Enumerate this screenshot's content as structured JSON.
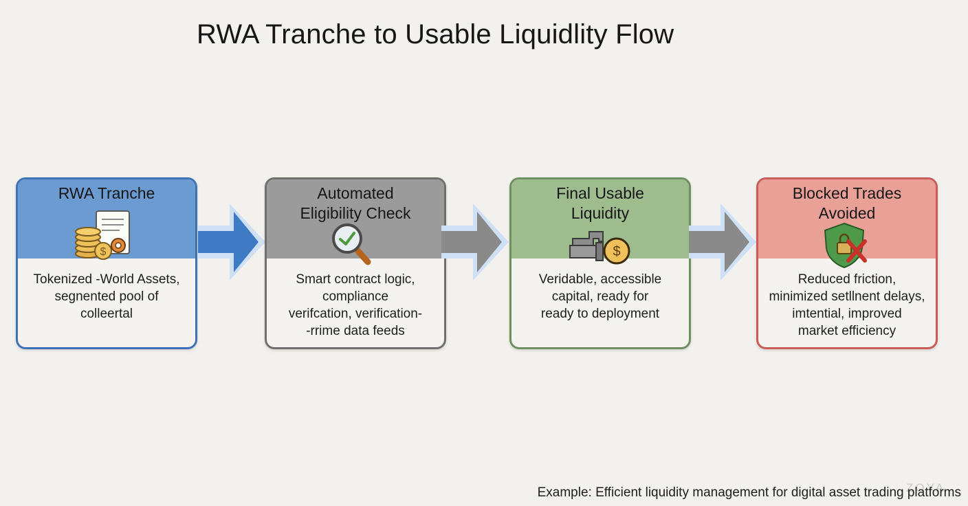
{
  "title": "RWA Tranche to Usable Liquidlity Flow",
  "steps": [
    {
      "title_line1": "RWA Tranche",
      "title_line2": "",
      "icon": "coins-document-gear-icon",
      "desc_line1": "Tokenized  -World Assets,",
      "desc_line2": "segnented pool of",
      "desc_line3": "colleertal",
      "desc_line4": "",
      "header_color": "#6b9bd0",
      "border_color": "#3d73b6"
    },
    {
      "title_line1": "Automated",
      "title_line2": "Eligibility Check",
      "icon": "magnifier-check-icon",
      "desc_line1": "Smart contract logic,",
      "desc_line2": "compliance",
      "desc_line3": "verifcation, verification-",
      "desc_line4": "-rrime data feeds",
      "header_color": "#9b9b9b",
      "border_color": "#6f6f6f"
    },
    {
      "title_line1": "Final Usable",
      "title_line2": "Liquidity",
      "icon": "pipe-dollar-coin-icon",
      "desc_line1": "Veridable, accessible",
      "desc_line2": "capital, ready for",
      "desc_line3": "ready to deployment",
      "desc_line4": "",
      "header_color": "#9ebc8e",
      "border_color": "#6d8f62"
    },
    {
      "title_line1": "Blocked Trades",
      "title_line2": "Avoided",
      "icon": "shield-lock-x-icon",
      "desc_line1": "Reduced friction,",
      "desc_line2": "minimized setllnent delays,",
      "desc_line3": "imtentiаl, improved",
      "desc_line4": "market efficiency",
      "header_color": "#e9a097",
      "border_color": "#c95c58"
    }
  ],
  "arrows": [
    {
      "icon": "arrow-right-icon",
      "color": "#3f7ac4"
    },
    {
      "icon": "arrow-right-icon",
      "color": "#8a8a8a"
    },
    {
      "icon": "arrow-right-icon",
      "color": "#8a8a8a"
    }
  ],
  "footnote": "Example: Efficient liquidity management for digital asset trading platforms",
  "watermark": "ZOYA"
}
